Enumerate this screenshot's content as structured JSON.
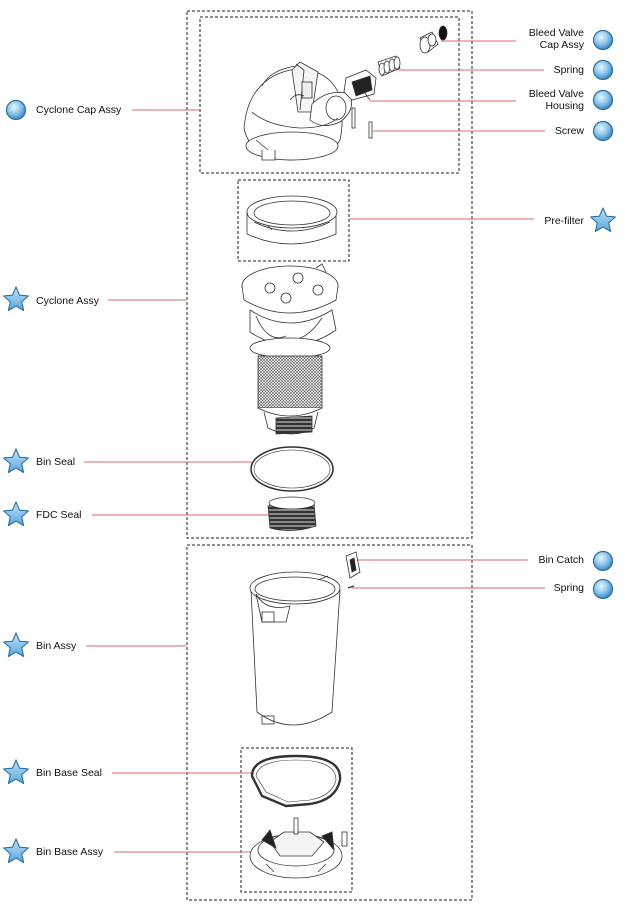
{
  "parts": {
    "cyclone_cap_assy": "Cyclone Cap Assy",
    "bleed_valve_cap_assy_l1": "Bleed Valve",
    "bleed_valve_cap_assy_l2": "Cap Assy",
    "spring_top": "Spring",
    "bleed_valve_housing_l1": "Bleed Valve",
    "bleed_valve_housing_l2": "Housing",
    "screw": "Screw",
    "pre_filter": "Pre-filter",
    "cyclone_assy": "Cyclone Assy",
    "bin_seal": "Bin Seal",
    "fdc_seal": "FDC Seal",
    "bin_catch": "Bin Catch",
    "spring_bottom": "Spring",
    "bin_assy": "Bin Assy",
    "bin_base_seal": "Bin Base Seal",
    "bin_base_assy": "Bin Base Assy"
  },
  "markers": {
    "circle": "circle-marker",
    "star": "star-marker"
  },
  "colors": {
    "leader": "#d86a6a",
    "marker_fill": "#7fbce8",
    "marker_stroke": "#2f6f9f",
    "outline": "#333333"
  }
}
